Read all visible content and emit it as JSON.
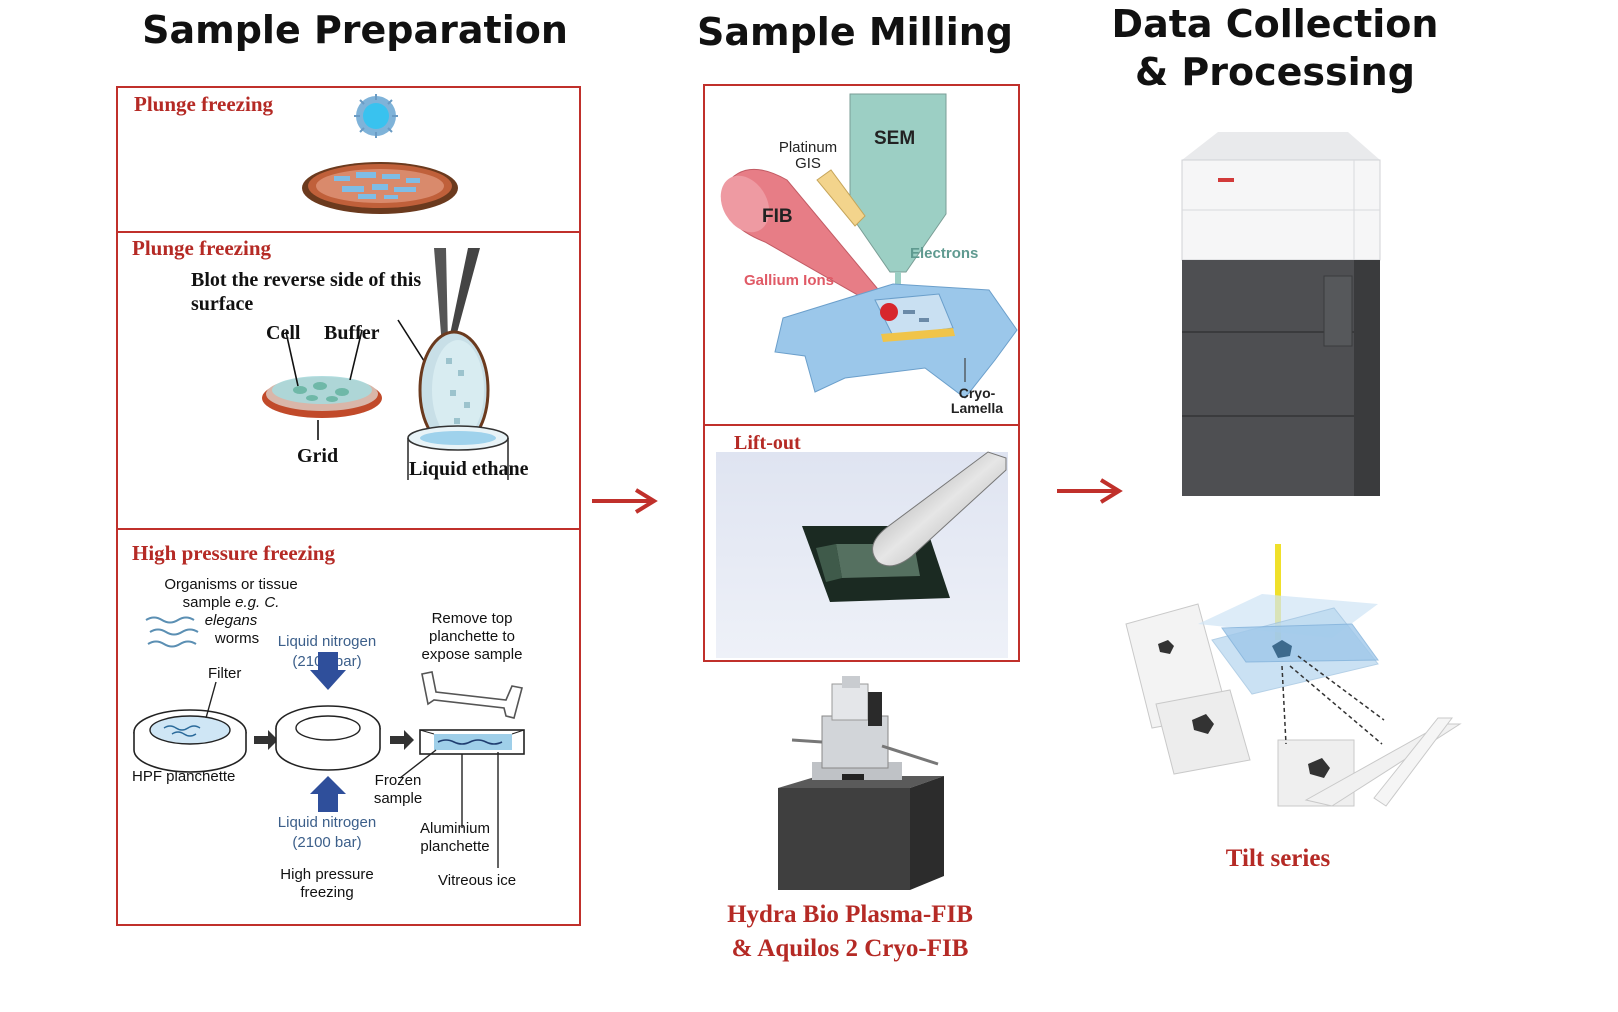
{
  "headings": {
    "prep": "Sample Preparation",
    "milling": "Sample Milling",
    "data_line1": "Data Collection",
    "data_line2": "& Processing"
  },
  "prep": {
    "panel1_title": "Plunge freezing",
    "panel2_title": "Plunge freezing",
    "blot_line1": "Blot the reverse side of this",
    "blot_line2": "surface",
    "cell": "Cell",
    "buffer": "Buffer",
    "grid": "Grid",
    "liquid_ethane": "Liquid ethane",
    "panel3_title": "High pressure freezing",
    "organisms_line1": "Organisms or tissue",
    "organisms_line2_a": "sample ",
    "organisms_line2_b": "e.g. C. elegans",
    "organisms_line3": "worms",
    "filter": "Filter",
    "hpf_planchette": "HPF planchette",
    "ln_top_line1": "Liquid nitrogen",
    "ln_top_line2": "(2100 bar)",
    "ln_bottom_line1": "Liquid nitrogen",
    "ln_bottom_line2": "(2100 bar)",
    "remove_line1": "Remove top",
    "remove_line2": "planchette to",
    "remove_line3": "expose sample",
    "frozen_line1": "Frozen",
    "frozen_line2": "sample",
    "aluminium_line1": "Aluminium",
    "aluminium_line2": "planchette",
    "hpf_line1": "High pressure",
    "hpf_line2": "freezing",
    "vitreous_ice": "Vitreous ice"
  },
  "milling": {
    "platinum_line1": "Platinum",
    "platinum_line2": "GIS",
    "sem": "SEM",
    "fib": "FIB",
    "electrons": "Electrons",
    "gallium": "Gallium Ions",
    "cryo_line1": "Cryo-",
    "cryo_line2": "Lamella",
    "liftout_title": "Lift-out",
    "instrument_line1": "Hydra Bio Plasma-FIB",
    "instrument_line2": "& Aquilos 2 Cryo-FIB"
  },
  "data": {
    "tilt_series": "Tilt series"
  },
  "colors": {
    "accent_red": "#b52a25",
    "box_border": "#c0302b",
    "blue_arrow": "#2f4f9b",
    "sem_teal": "#9ccfc4",
    "fib_pink": "#e77d86"
  }
}
